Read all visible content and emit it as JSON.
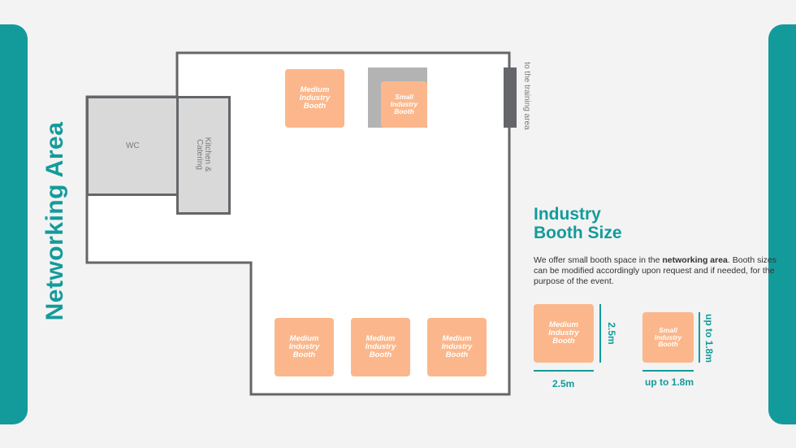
{
  "title": "Networking Area",
  "floorplan": {
    "rooms": {
      "wc": "WC",
      "kitchen": "Kitchen & Catering"
    },
    "exit_label": "to the training area",
    "top_booths": [
      {
        "label": "Medium Industry Booth"
      },
      {
        "label": "Small Industry Booth"
      }
    ],
    "bottom_booths": [
      {
        "label": "Medium Industry Booth"
      },
      {
        "label": "Medium Industry Booth"
      },
      {
        "label": "Medium Industry Booth"
      }
    ]
  },
  "info": {
    "heading_line1": "Industry",
    "heading_line2": "Booth Size",
    "desc_pre": "We offer small booth space in the ",
    "desc_bold": "networking area",
    "desc_post": ". Booth sizes can be modified accordingly upon request and if needed, for the purpose of the event."
  },
  "legend": {
    "medium": {
      "label": "Medium Industry Booth",
      "width": "2.5m",
      "height": "2.5m"
    },
    "small": {
      "label": "Small Industry Booth",
      "width": "up to 1.8m",
      "height": "up to 1.8m"
    }
  },
  "colors": {
    "accent": "#139b9b",
    "booth": "#fbb78b",
    "wall": "#646669",
    "room": "#d9d9d9"
  }
}
